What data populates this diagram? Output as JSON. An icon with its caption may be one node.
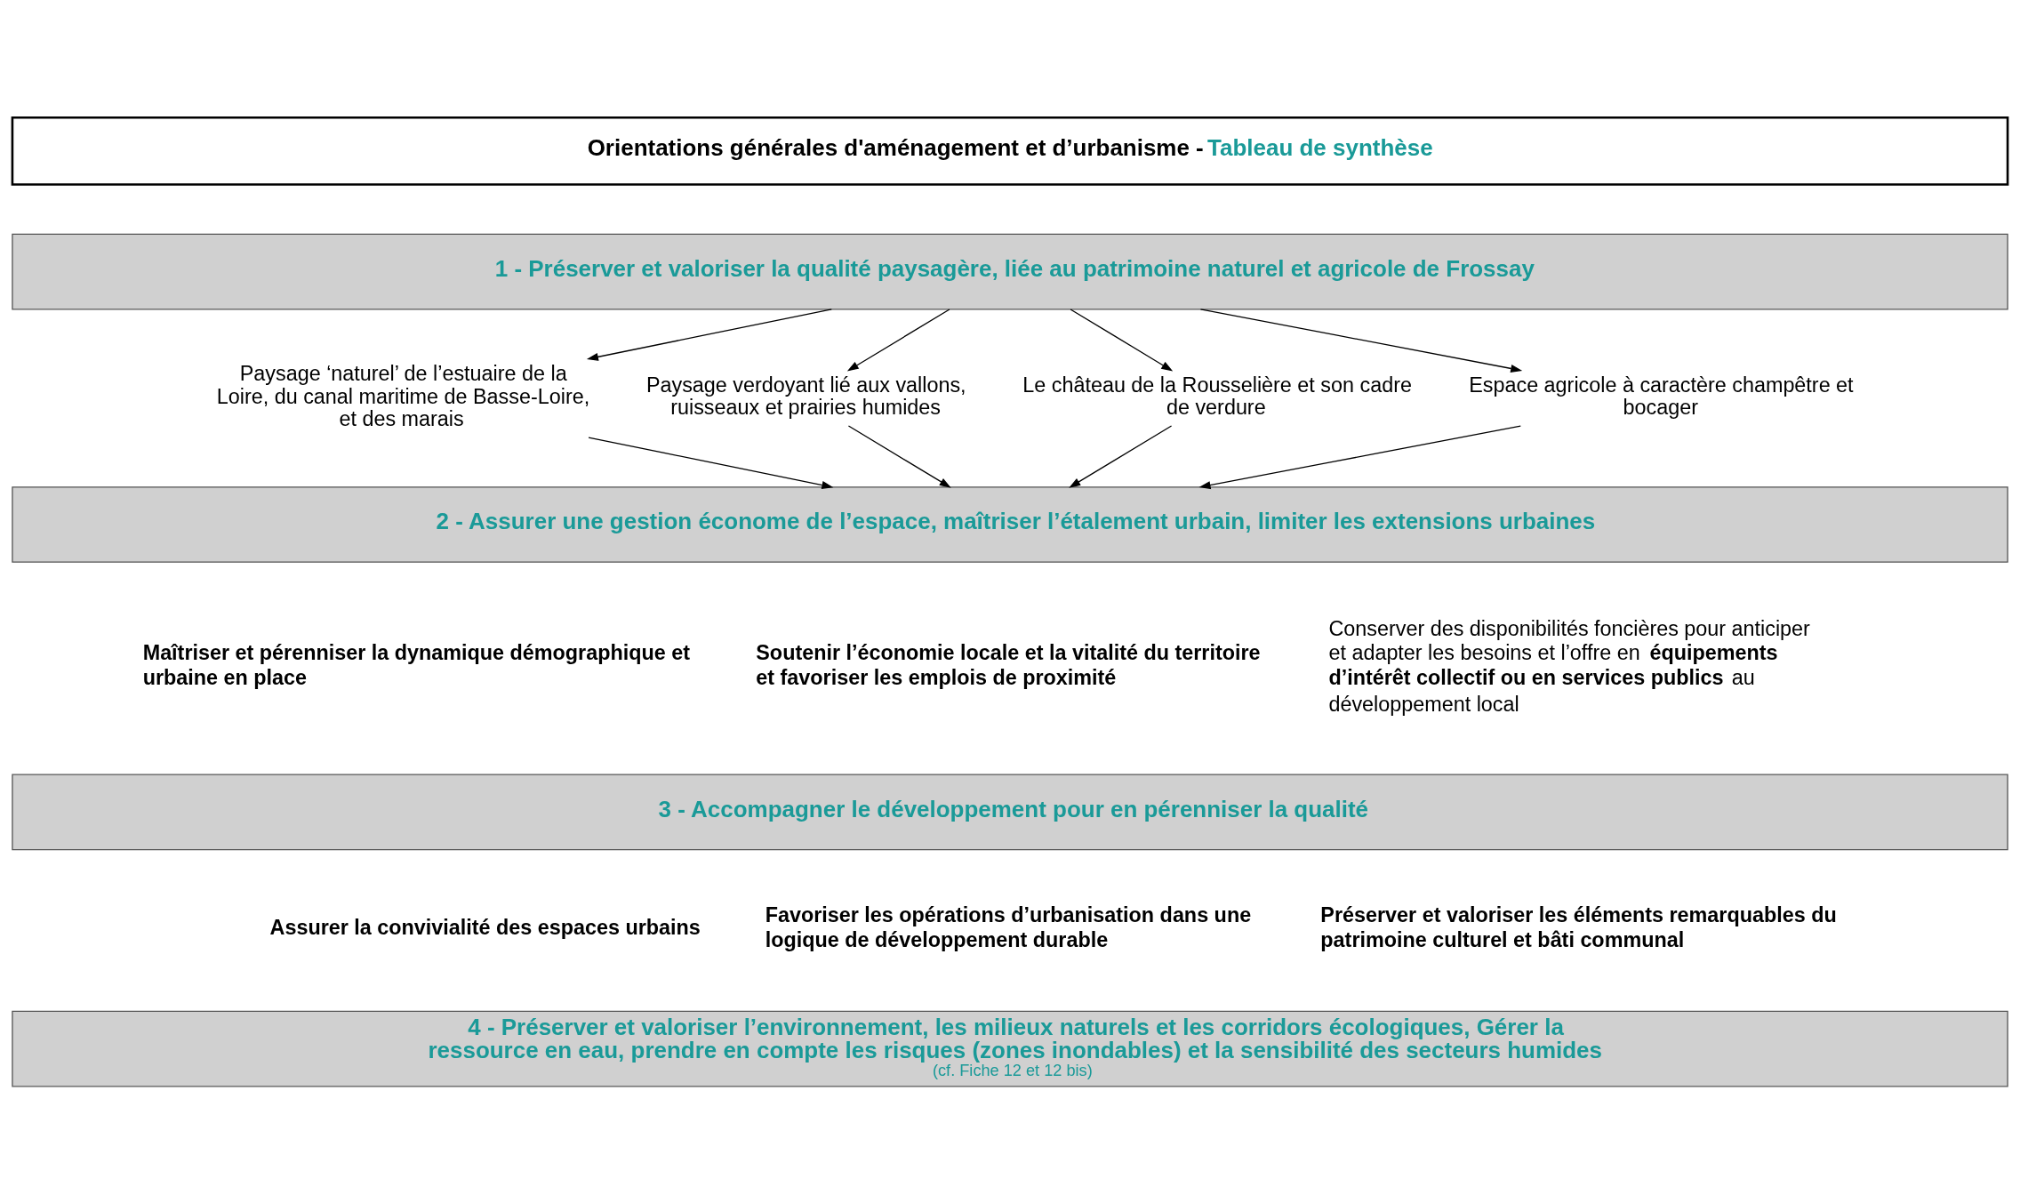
{
  "diagram": {
    "nodes": [
      {
        "text": [
          "Orientations générales d'aménagement et d’urbanisme -",
          "Tableau de synthèse"
        ]
      },
      {
        "text": [
          "1 - Préserver et valoriser la qualité paysagère, liée au patrimoine naturel et agricole de Frossay"
        ]
      },
      {
        "text": [
          "Paysage ‘naturel’ de l’estuaire de la Loire, du canal maritime de Basse-Loire, et des marais"
        ]
      },
      {
        "text": [
          "Paysage verdoyant lié aux vallons, ruisseaux et prairies humides"
        ]
      },
      {
        "text": [
          "Le château de la Rousselière et son cadre de verdure"
        ]
      },
      {
        "text": [
          "Espace agricole à caractère champêtre et bocager"
        ]
      },
      {
        "text": [
          "2 - Assurer une gestion économe de l’espace, maîtriser l’étalement urbain, limiter les extensions urbaines"
        ]
      },
      {
        "text": [
          "3 - Accompagner le développement pour en pérenniser la qualité"
        ]
      },
      {
        "text": [
          "4 - Préserver et valoriser l’environnement, les milieux naturels et les corridors écologiques, Gérer la ressource en eau, prendre en compte les risques (zones inondables) et la sensibilité des secteurs humides",
          "(cf. Fiche 12 et 12 bis)"
        ]
      }
    ],
    "edges": [
      {
        "from": 1,
        "to": 2,
        "arrow": "to"
      },
      {
        "from": 1,
        "to": 3,
        "arrow": "to"
      },
      {
        "from": 1,
        "to": 4,
        "arrow": "to"
      },
      {
        "from": 1,
        "to": 5,
        "arrow": "to"
      },
      {
        "from": 2,
        "to": 6,
        "arrow": "to"
      },
      {
        "from": 3,
        "to": 6,
        "arrow": "to"
      },
      {
        "from": 4,
        "to": 6,
        "arrow": "to"
      },
      {
        "from": 5,
        "to": 6,
        "arrow": "to"
      }
    ],
    "labels": [
      "Maîtriser et pérenniser la dynamique démographique et urbaine en place",
      "Soutenir l’économie locale et la vitalité du territoire et favoriser les emplois de proximité",
      "Conserver des disponibilités foncières pour anticiper et adapter les besoins et l’offre en **équipements d’intérêt collectif ou en services publics** au développement local",
      "Assurer la convivialité des espaces urbains",
      "Favoriser les opérations d’urbanisation dans une logique de développement durable",
      "Préserver et valoriser les éléments remarquables du patrimoine culturel et bâti communal"
    ]
  }
}
